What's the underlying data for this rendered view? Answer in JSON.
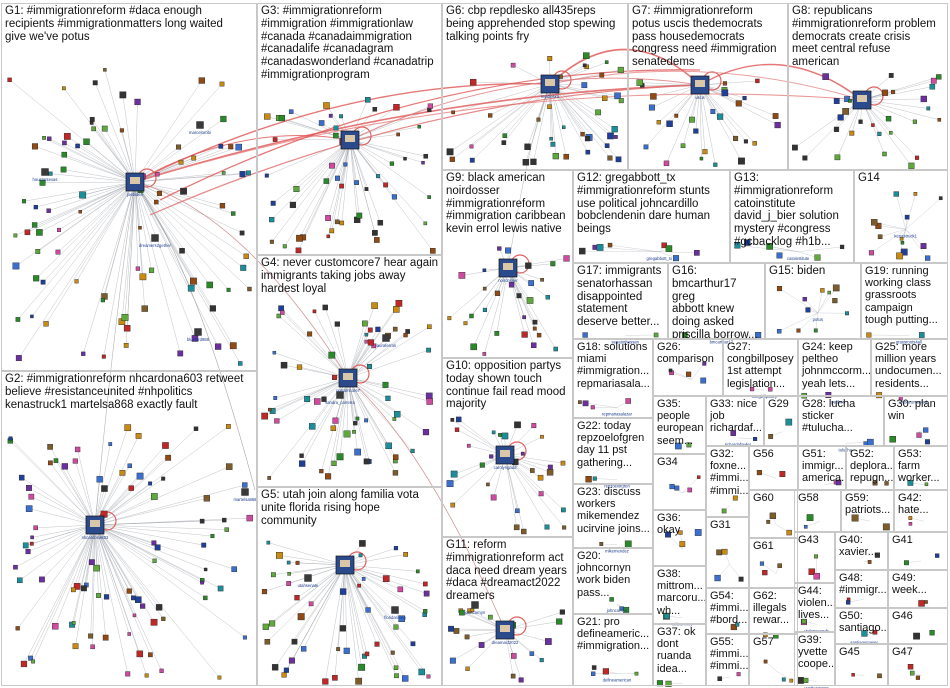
{
  "groups": [
    {
      "id": "G1",
      "text": "G1: #immigrationreform #daca enough\nrecipients #immigrationmatters long waited\ngive we've potus"
    },
    {
      "id": "G2",
      "text": "G2: #immigrationreform nhcardona603 retweet\nbelieve #resistanceunited #nhpolitics\nkenastruck1 martelsa868 exactly fault"
    },
    {
      "id": "G3",
      "text": "G3: #immigrationreform\n#immigration #immigrationlaw\n#canada #canadaimmigration\n#canadalife #canadagram\n#canadaswonderland #canadatrip\n#immigrationprogram"
    },
    {
      "id": "G4",
      "text": "G4: never customcore7 hear again\nimmigrants taking jobs away\nhardest loyal"
    },
    {
      "id": "G5",
      "text": "G5: utah join along familia vota\nunite florida rising hope\ncommunity"
    },
    {
      "id": "G6",
      "text": "G6: cbp repdlesko all435reps\nbeing apprehended stop spewing\ntalking points fry"
    },
    {
      "id": "G7",
      "text": "G7: #immigrationreform\npotus uscis thedemocrats\npass housedemocrats\ncongress need #immigration\nsenatedems"
    },
    {
      "id": "G8",
      "text": "G8: republicans\n#immigrationreform problem\ndemocrats create crisis\nmeet central refuse\namerican"
    },
    {
      "id": "G9",
      "text": "G9: black american\nnoirdosser\n#immigrationreform\n#immigration caribbean\nkevin errol lewis native"
    },
    {
      "id": "G10",
      "text": "G10: opposition partys\ntoday shown touch\ncontinue fail read mood\nmajority"
    },
    {
      "id": "G11",
      "text": "G11: reform\n#immigrationreform act\ndaca need dream years\n#daca #dreamact2022\ndreamers"
    },
    {
      "id": "G12",
      "text": "G12: gregabbott_tx\n#immigrationreform stunts\nuse political johncardillo\nbobclendenin dare human\nbeings"
    },
    {
      "id": "G13",
      "text": "G13: #immigrationreform\ncatoinstitute\ndavid_j_bier solution\nmystery #congress\n#gcbacklog #h1b..."
    },
    {
      "id": "G14",
      "text": "G14"
    },
    {
      "id": "G15",
      "text": "G15: biden"
    },
    {
      "id": "G16",
      "text": "G16:\nbmcarthur17 greg\nabbott knew\ndoing asked\npriscilla borrow..."
    },
    {
      "id": "G17",
      "text": "G17: immigrants\nsenatorhassan\ndisappointed\nstatement\ndeserve better..."
    },
    {
      "id": "G18",
      "text": "G18: solutions\nmiami\n#immigration...\nrepmariasala..."
    },
    {
      "id": "G19",
      "text": "G19: running\nworking class\ngrassroots\ncampaign\ntough putting..."
    },
    {
      "id": "G20",
      "text": "G20:\njohncornyn\nwork biden\npass..."
    },
    {
      "id": "G21",
      "text": "G21: pro\ndefineameric...\n#immigration..."
    },
    {
      "id": "G22",
      "text": "G22: today\nrepzoelofgren\nday 11 pst\ngathering..."
    },
    {
      "id": "G23",
      "text": "G23: discuss\nworkers\nmikemendez\nucirvine joins..."
    },
    {
      "id": "G24",
      "text": "G24: keep\npeltheo\njohnmccorm...\nyeah lets..."
    },
    {
      "id": "G25",
      "text": "G25: more\nmillion years\nundocumen...\nresidents..."
    },
    {
      "id": "G26",
      "text": "G26:\ncomparison"
    },
    {
      "id": "G27",
      "text": "G27:\ncongbillposey\n1st attempt\nlegislation..."
    },
    {
      "id": "G28",
      "text": "G28: lucha\nsticker\n#tulucha..."
    },
    {
      "id": "G29",
      "text": "G29"
    },
    {
      "id": "G30",
      "text": "G30: plan\nwin"
    },
    {
      "id": "G31",
      "text": "G31"
    },
    {
      "id": "G32",
      "text": "G32:\nfoxne...\n#immi...\n#immi..."
    },
    {
      "id": "G33",
      "text": "G33: nice\njob\nrichardaf..."
    },
    {
      "id": "G34",
      "text": "G34"
    },
    {
      "id": "G35",
      "text": "G35:\npeople\neuropean\nseem..."
    },
    {
      "id": "G36",
      "text": "G36:\nokay"
    },
    {
      "id": "G37",
      "text": "G37: ok\ndont\nruanda\nidea..."
    },
    {
      "id": "G38",
      "text": "G38:\nmittrom...\nmarcoru...\nwh..."
    },
    {
      "id": "G39",
      "text": "G39:\nyvette\ncoope..."
    },
    {
      "id": "G40",
      "text": "G40:\nxavier..."
    },
    {
      "id": "G41",
      "text": "G41"
    },
    {
      "id": "G42",
      "text": "G42:\nhate..."
    },
    {
      "id": "G43",
      "text": "G43"
    },
    {
      "id": "G44",
      "text": "G44:\nviolen...\nlives..."
    },
    {
      "id": "G45",
      "text": "G45"
    },
    {
      "id": "G46",
      "text": "G46"
    },
    {
      "id": "G47",
      "text": "G47"
    },
    {
      "id": "G48",
      "text": "G48:\n#immigr..."
    },
    {
      "id": "G49",
      "text": "G49:\nweek..."
    },
    {
      "id": "G50",
      "text": "G50:\nsantiago..."
    },
    {
      "id": "G51",
      "text": "G51:\nimmigr...\namerica..."
    },
    {
      "id": "G52",
      "text": "G52:\ndeplora...\nrepugn..."
    },
    {
      "id": "G53",
      "text": "G53:\nfarm\nworker..."
    },
    {
      "id": "G54",
      "text": "G54:\n#immi...\n#bord..."
    },
    {
      "id": "G55",
      "text": "G55:\n#immi...\n#immi..."
    },
    {
      "id": "G56",
      "text": "G56"
    },
    {
      "id": "G57",
      "text": "G57"
    },
    {
      "id": "G58",
      "text": "G58"
    },
    {
      "id": "G59",
      "text": "G59:\npatriots..."
    },
    {
      "id": "G60",
      "text": "G60"
    },
    {
      "id": "G61",
      "text": "G61"
    },
    {
      "id": "G62",
      "text": "G62:\nillegals\nrewar..."
    }
  ],
  "node_labels": {
    "n_joebiden": "joebiden",
    "n_dreamers": "dreamers2gether",
    "n_marcelo": "marcelorobi",
    "n_houston": "houstontexas",
    "n_bluebird": "bluebird888",
    "n_g2hub": "nhcardona603",
    "n_g2out": "martelsa868",
    "n_customcore": "customcore7",
    "n_g4b": "sandra_carrerra",
    "n_g4c": "lauraferrari",
    "n_g6hub": "repdlesko",
    "n_g7hub": "uscis",
    "n_g9hub": "noirdosser",
    "n_g10hub": "carolyngadd",
    "n_g11hub": "dreamact2022",
    "n_g11b": "johncornyn",
    "n_g5a": "utahsenate",
    "n_g5b": "floridarising",
    "n_g12": "gregabbott_tx",
    "n_g13": "catoinstitute",
    "n_g14": "kenastruck1",
    "n_g15": "potus",
    "n_g16": "bmcarthur17",
    "n_g17": "senatorhassan",
    "n_g18": "repmariasalazar",
    "n_g19": "grassroots4all",
    "n_g20": "johncornyn",
    "n_g21": "defineamerican",
    "n_g22": "repzoelofgren",
    "n_g23": "mikemendez",
    "n_g24": "peltheo",
    "n_g25": "undocumented",
    "n_g27": "congbillposey",
    "n_g28": "tulucha",
    "n_g33": "richardafowler",
    "n_g37": "ruanda_news",
    "n_g38": "mittromney",
    "n_g39": "yvettecooper",
    "n_g44": "violenceends",
    "n_g50": "santiagomayer"
  }
}
